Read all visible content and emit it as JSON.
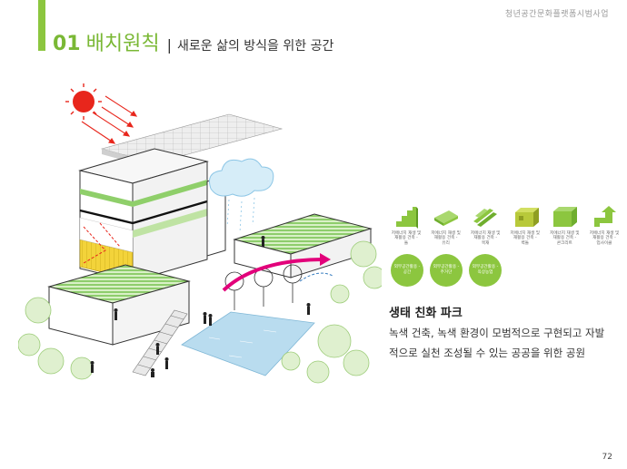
{
  "header": {
    "tag": "청년공간문화플랫폼시범사업"
  },
  "title": {
    "number": "01",
    "main": "배치원칙",
    "separator": "|",
    "subtitle": "새로운 삶의 방식을 위한 공간"
  },
  "icons": [
    {
      "name": "green-stairs-icon",
      "caption": "저에너지 재생 및\n재활용 건축 -\n돌"
    },
    {
      "name": "green-plank-icon",
      "caption": "저에너지 재생 및\n재활용 건축 -\n유리"
    },
    {
      "name": "green-beams-icon",
      "caption": "저에너지 재생 및\n재활용 건축 -\n목재"
    },
    {
      "name": "green-boxes-icon",
      "caption": "저에너지 재생 및\n재활용 건축 -\n벽돌"
    },
    {
      "name": "green-block-icon",
      "caption": "저에너지 재생 및\n재활용 건축 -\n콘크리트"
    },
    {
      "name": "green-arrow-icon",
      "caption": "저에너지 재생 및\n재활용 건축 -\n업사이클"
    }
  ],
  "circles": [
    {
      "label": "외부공간활용 -\n공간"
    },
    {
      "label": "외부공간활용 -\n주거단"
    },
    {
      "label": "외부공간활용 -\n옥상농업"
    }
  ],
  "section": {
    "heading": "생태 친화 파크",
    "body": "녹색 건축, 녹색 환경이 모범적으로 구현되고 자발적으로 실천 조성될 수 있는 공공을 위한 공원"
  },
  "page": {
    "number": "72"
  },
  "colors": {
    "accent": "#8cc63f",
    "title_green": "#7ab835",
    "sun": "#e8261c",
    "wind_arrow": "#e2007a",
    "water": "#b9dcef",
    "yellow_panel": "#f3d33a"
  }
}
